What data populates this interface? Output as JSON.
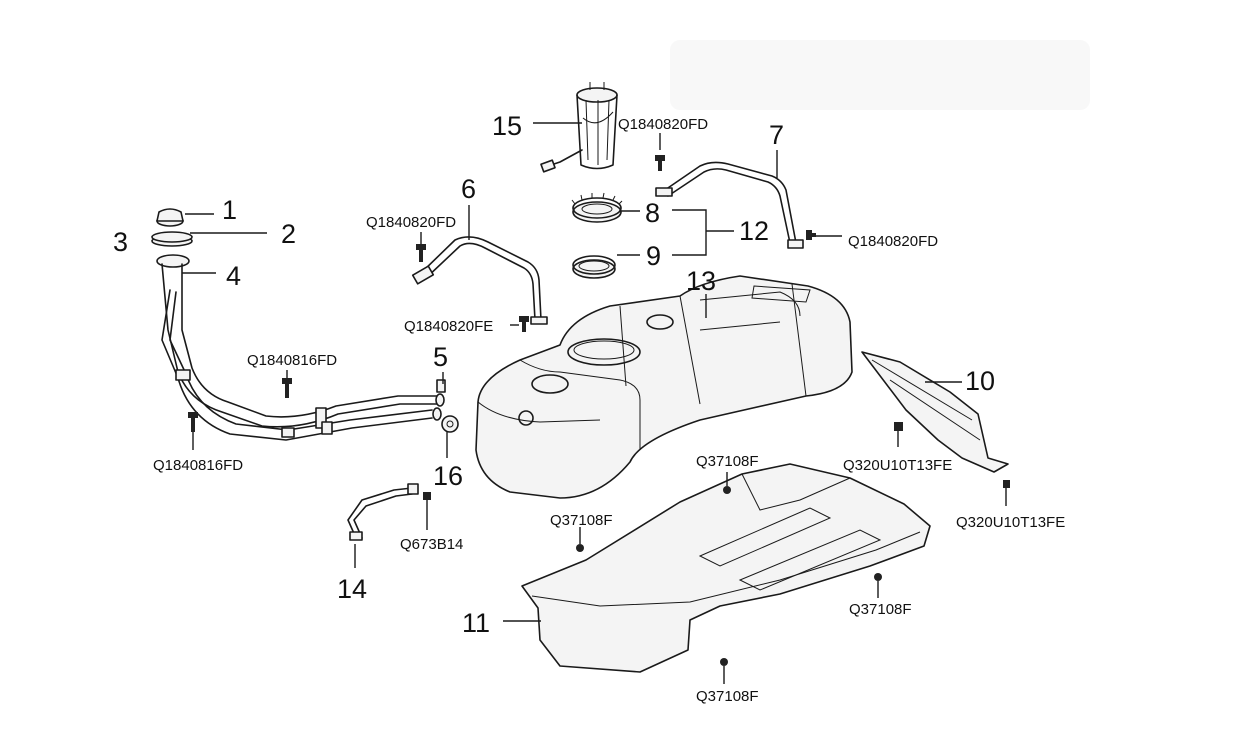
{
  "callouts": {
    "n1": "1",
    "n2": "2",
    "n3": "3",
    "n4": "4",
    "n5": "5",
    "n6": "6",
    "n7": "7",
    "n8": "8",
    "n9": "9",
    "n10": "10",
    "n11": "11",
    "n12": "12",
    "n13": "13",
    "n14": "14",
    "n15": "15",
    "n16": "16"
  },
  "part_codes": {
    "pump_bolt": "Q1840820FD",
    "strap6_top_bolt": "Q1840820FD",
    "strap6_bottom_bolt": "Q1840820FE",
    "strap7_bolt": "Q1840820FD",
    "filler_bolt_upper": "Q1840816FD",
    "filler_bolt_lower": "Q1840816FD",
    "shield_bolt_upper": "Q320U10T13FE",
    "shield_bolt_lower": "Q320U10T13FE",
    "hose_clip": "Q673B14",
    "pan_nut_top": "Q37108F",
    "pan_nut_left": "Q37108F",
    "pan_nut_right": "Q37108F",
    "pan_nut_bottom": "Q37108F"
  }
}
